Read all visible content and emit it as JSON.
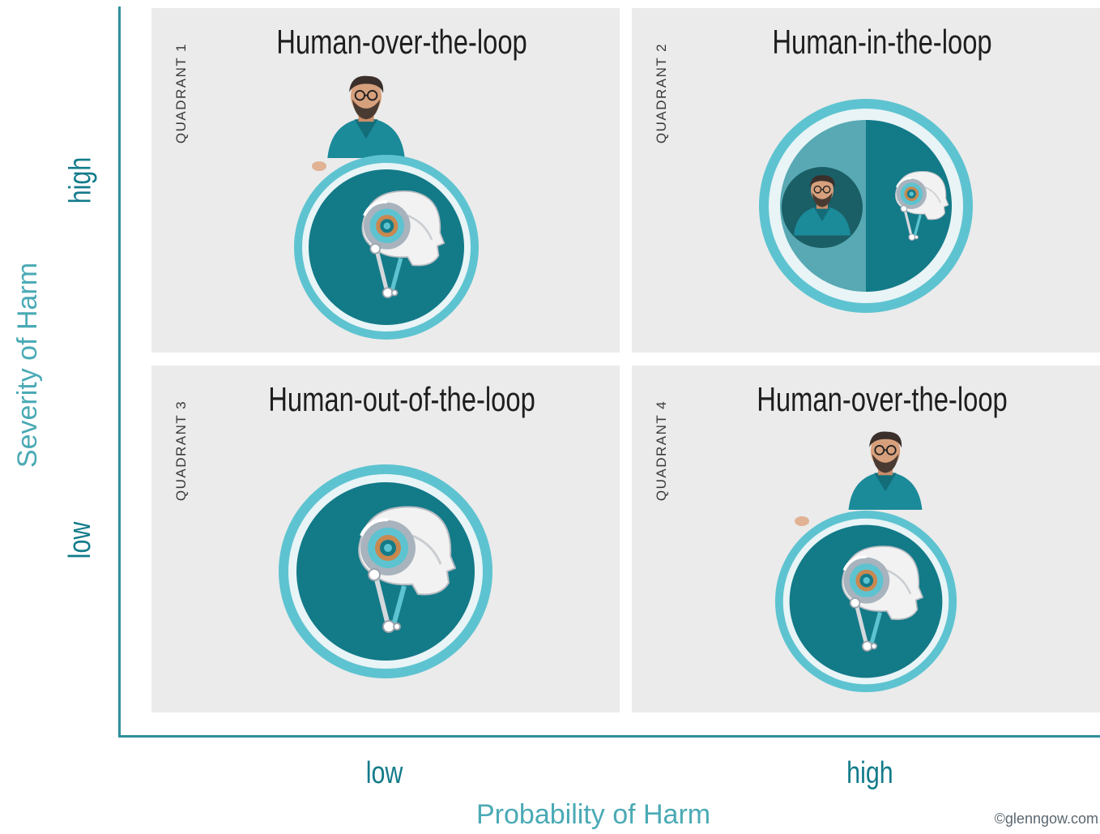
{
  "quadrants": [
    {
      "label": "QUADRANT 1",
      "title": "Human-over-the-loop"
    },
    {
      "label": "QUADRANT 2",
      "title": "Human-in-the-loop"
    },
    {
      "label": "QUADRANT 3",
      "title": "Human-out-of-the-loop"
    },
    {
      "label": "QUADRANT 4",
      "title": "Human-over-the-loop"
    }
  ],
  "y_axis": {
    "title": "Severity of Harm",
    "high": "high",
    "low": "low"
  },
  "x_axis": {
    "title": "Probability of Harm",
    "low": "low",
    "high": "high"
  },
  "credit": "©glenngow.com",
  "colors": {
    "teal_dark": "#137a88",
    "teal_light": "#5ec3d0",
    "panel": "#ebebeb",
    "axis": "#2f8f9b"
  }
}
